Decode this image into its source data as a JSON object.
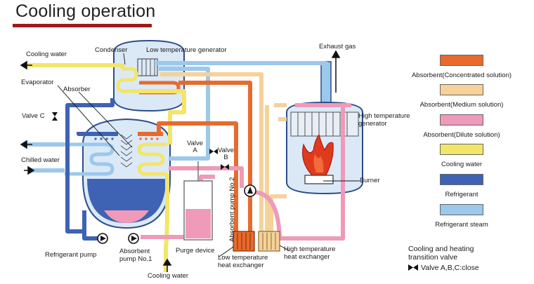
{
  "title": "Cooling operation",
  "colors": {
    "title_underline": "#9b1b1b",
    "concentrated_solution": "#e86a2c",
    "medium_solution": "#f4d29a",
    "dilute_solution": "#ee9ab8",
    "cooling_water": "#f3e56a",
    "refrigerant": "#3e62b4",
    "refrigerant_steam": "#9cc8ec"
  },
  "labels": {
    "cooling_water_top": "Cooling water",
    "condenser": "Condenser",
    "low_temp_generator": "Low temperature generator",
    "exhaust_gas": "Exhaust gas",
    "evaporator": "Evaporator",
    "absorber": "Absorber",
    "valve_c": "Valve  C",
    "chilled_water": "Chilled water",
    "valve_a": "Valve\nA",
    "valve_b": "Valve\nB",
    "high_temp_generator": "High temperature\ngenerator",
    "burner": "Burner",
    "absorbent_pump_no2": "Absorbent pump No.2",
    "refrigerant_pump": "Refrigerant pump",
    "absorbent_pump_no1": "Absorbent\npump No.1",
    "purge_device": "Purge device",
    "low_temp_heat_exchanger": "Low temperature\nheat exchanger",
    "high_temp_heat_exchanger": "High temperature\nheat exchanger",
    "cooling_water_bottom": "Cooling water"
  },
  "legend": [
    {
      "label": "Absorbent(Concentrated solution)",
      "color": "#e86a2c"
    },
    {
      "label": "Absorbent(Medium solution)",
      "color": "#f4d29a"
    },
    {
      "label": "Absorbent(Dilute solution)",
      "color": "#ee9ab8"
    },
    {
      "label": "Cooling water",
      "color": "#f3e56a"
    },
    {
      "label": "Refrigerant",
      "color": "#3e62b4"
    },
    {
      "label": "Refrigerant steam",
      "color": "#9cc8ec"
    }
  ],
  "note": {
    "heading": "Cooling and heating\ntransition valve",
    "valve_text": "Valve A,B,C:close"
  }
}
